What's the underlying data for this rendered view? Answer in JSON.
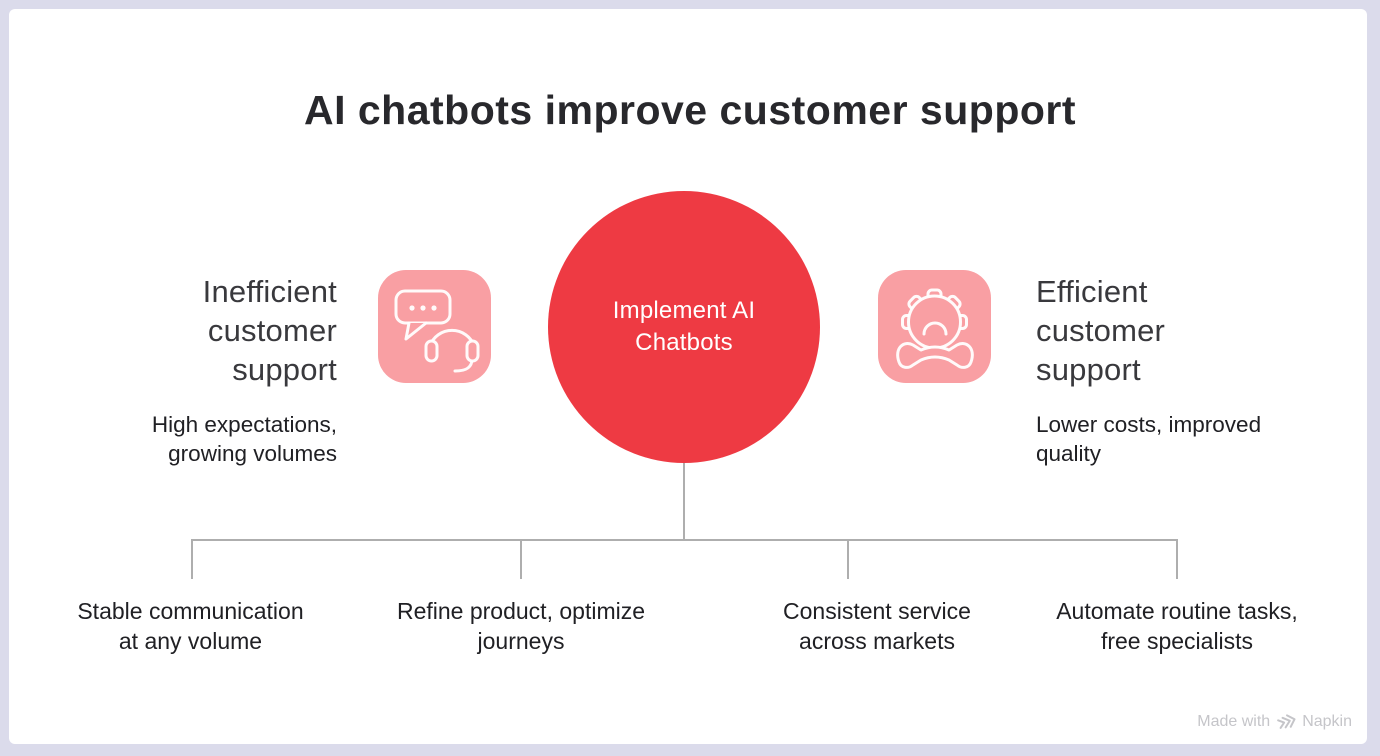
{
  "title": "AI chatbots improve customer support",
  "center_node": {
    "label": "Implement AI Chatbots"
  },
  "left_node": {
    "heading": "Inefficient customer support",
    "description": "High expectations, growing volumes",
    "icon": "chat-headset-icon"
  },
  "right_node": {
    "heading": "Efficient customer support",
    "description": "Lower costs, improved quality",
    "icon": "gear-phone-icon"
  },
  "outcomes": [
    {
      "label": "Stable communication at any volume"
    },
    {
      "label": "Refine product, optimize journeys"
    },
    {
      "label": "Consistent service across markets"
    },
    {
      "label": "Automate routine tasks, free specialists"
    }
  ],
  "watermark": {
    "prefix": "Made with",
    "brand": "Napkin"
  },
  "colors": {
    "accent_red": "#ee3a43",
    "accent_pink": "#f99fa3",
    "frame_lavender": "#dbdbeb",
    "connector_gray": "#aeaeae",
    "title_dark": "#28282c",
    "watermark_gray": "#c5c5c9"
  }
}
